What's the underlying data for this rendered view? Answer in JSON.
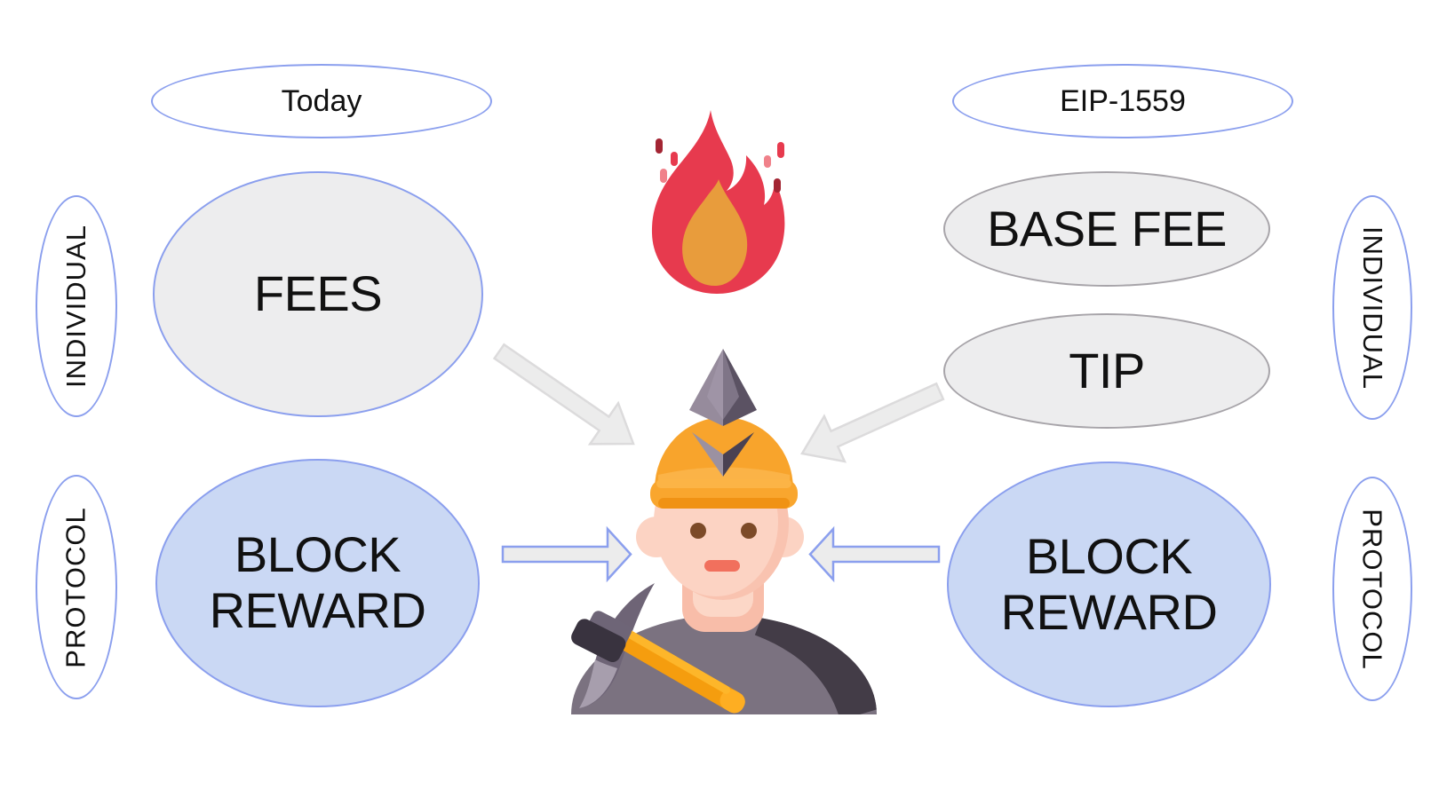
{
  "labels": {
    "today": "Today",
    "eip1559": "EIP-1559",
    "left_individual": "INDIVIDUAL",
    "left_protocol": "PROTOCOL",
    "right_individual": "INDIVIDUAL",
    "right_protocol": "PROTOCOL",
    "fees": "FEES",
    "left_block_reward": "BLOCK REWARD",
    "base_fee": "BASE FEE",
    "tip": "TIP",
    "right_block_reward": "BLOCK REWARD"
  },
  "icons": {
    "fire": "fire-icon",
    "miner": "miner-icon",
    "arrows": [
      "arrow-fees-to-miner",
      "arrow-tip-to-miner",
      "arrow-left-blockreward-to-miner",
      "arrow-right-blockreward-to-miner"
    ]
  },
  "colors": {
    "ellipse_outline_blue": "#8b9fee",
    "ellipse_fill_blue": "#cad8f4",
    "ellipse_fill_gray": "#ededee",
    "ellipse_outline_gray": "#a7a4a9",
    "arrow_fill": "#ececec",
    "arrow_stroke_gray": "#dcdbdc",
    "flame_red": "#e73a4e",
    "flame_orange": "#e89c3c",
    "spark_dark_red": "#a32533",
    "spark_pink": "#f0818a",
    "helmet_orange": "#f8a42c",
    "skin": "#fcd3c3",
    "torso_gray": "#7b7280",
    "torso_dark": "#433c47",
    "eth_light": "#968b9c",
    "eth_dark": "#5b5263"
  }
}
